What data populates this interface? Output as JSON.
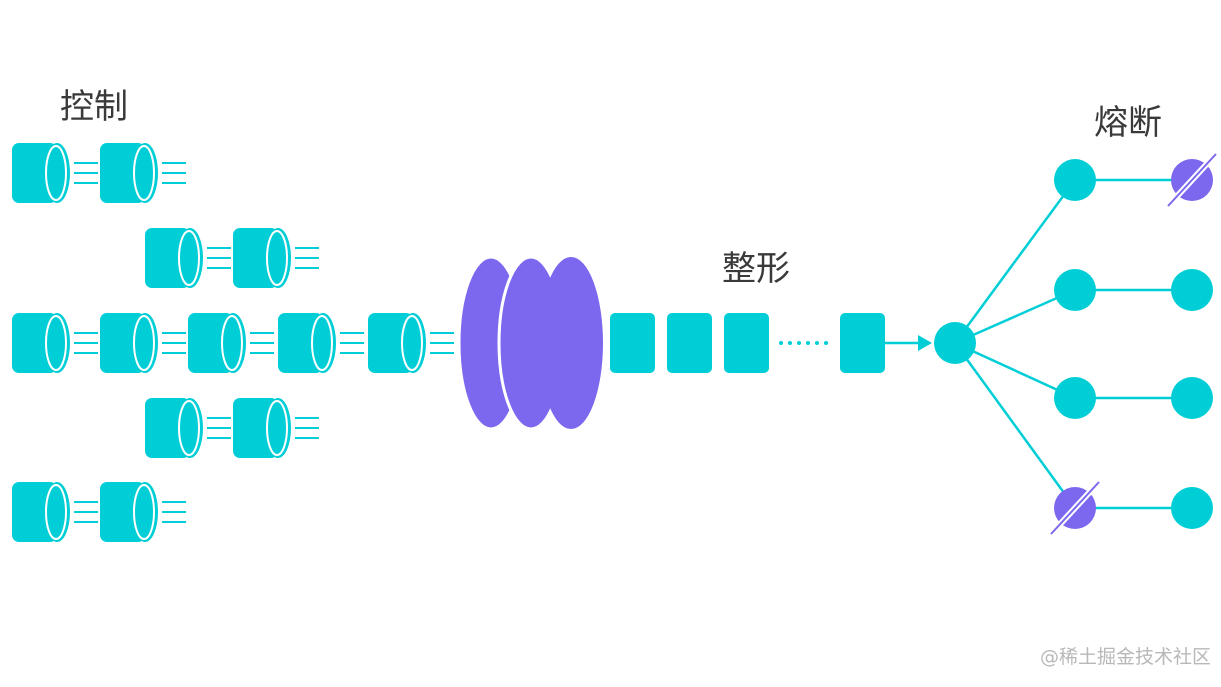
{
  "labels": {
    "control": "控制",
    "shaping": "整形",
    "fuse": "熔断",
    "watermark": "@稀土掘金技术社区"
  },
  "colors": {
    "cyan": "#00CED6",
    "purple": "#7B68EE",
    "text": "#3a3a3a",
    "watermark": "#b8b8b8"
  },
  "icons": [
    "cylinder-request-icon",
    "purple-disc-icon",
    "block-icon",
    "node-icon",
    "broken-node-icon",
    "arrow-icon"
  ]
}
